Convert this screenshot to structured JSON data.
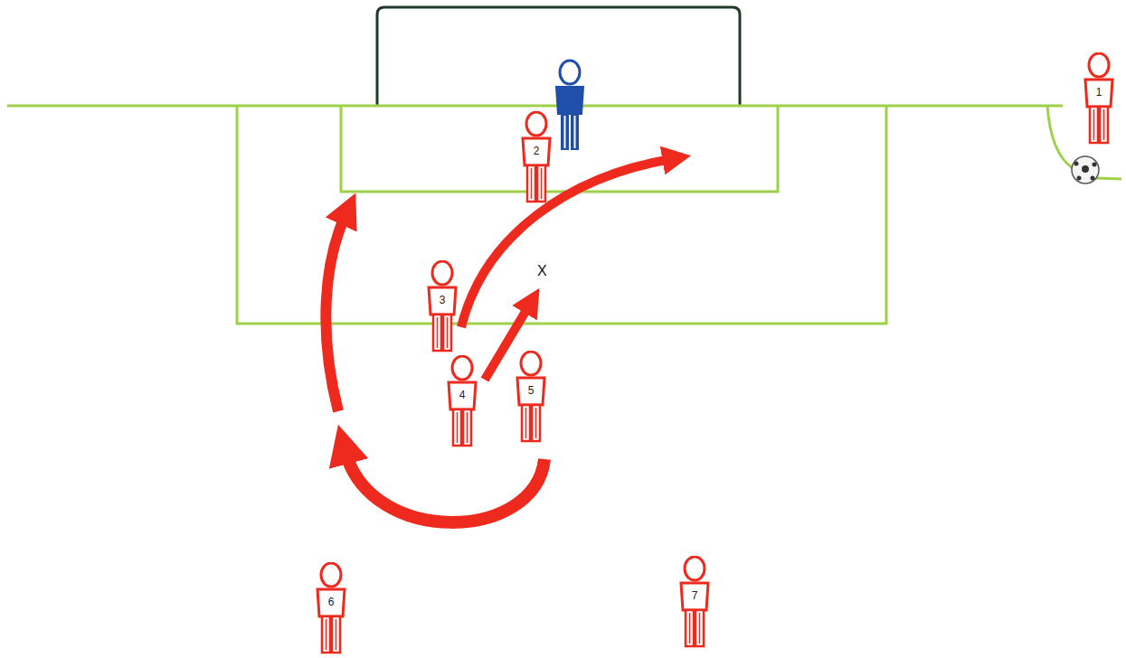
{
  "diagram": {
    "nodes": [
      {
        "text": [
          "1"
        ]
      },
      {
        "text": [
          "2"
        ]
      },
      {
        "text": [
          "3"
        ]
      },
      {
        "text": [
          "4"
        ]
      },
      {
        "text": [
          "5"
        ]
      },
      {
        "text": [
          "6"
        ]
      },
      {
        "text": [
          "7"
        ]
      }
    ],
    "labels": [
      "X"
    ]
  }
}
